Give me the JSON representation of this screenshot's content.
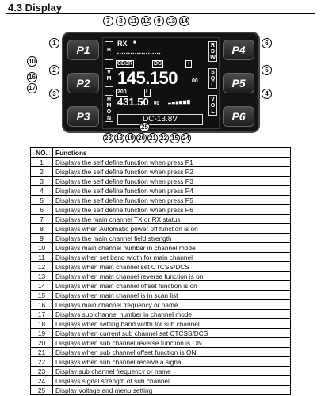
{
  "section_title": "4.3 Display",
  "keys": {
    "p1": "P1",
    "p2": "P2",
    "p3": "P3",
    "p4": "P4",
    "p5": "P5",
    "p6": "P6"
  },
  "display": {
    "rx_status": "RX",
    "main_frequency": "145.150",
    "main_frequency_suffix": "00",
    "sub_frequency": "431.50",
    "sub_frequency_suffix": "00",
    "voltage": "DC-13.8V",
    "main_channel_number": "CB3R",
    "side_left_top": "B",
    "side_left_mid": "V M",
    "side_left_bot": "H M O N",
    "side_right_top": "R D W",
    "side_right_mid": "S Q L",
    "side_right_bot": "V O L",
    "tag_ctcss_main": "DC",
    "tag_offset_main": "+",
    "tag_sub_channel": "200",
    "tag_sub_mode": "L"
  },
  "callouts": [
    "1",
    "2",
    "3",
    "4",
    "5",
    "6",
    "7",
    "8",
    "9",
    "10",
    "11",
    "12",
    "13",
    "14",
    "15",
    "16",
    "17",
    "18",
    "19",
    "20",
    "21",
    "22",
    "23",
    "24",
    "25"
  ],
  "table": {
    "headers": [
      "NO.",
      "Functions"
    ],
    "rows": [
      {
        "no": "1",
        "text": "Displays the self define function when press P1"
      },
      {
        "no": "2",
        "text": "Displays the self define function when press P2"
      },
      {
        "no": "3",
        "text": "Displays the self define function when press P3"
      },
      {
        "no": "4",
        "text": "Displays the self define function when press P4"
      },
      {
        "no": "5",
        "text": "Displays the self define function when press P5"
      },
      {
        "no": "6",
        "text": "Displays the self define function when press P6"
      },
      {
        "no": "7",
        "text": "Displays the main channel TX or RX status"
      },
      {
        "no": "8",
        "text": "Displays when Automatic power off function is on"
      },
      {
        "no": "9",
        "text": "Displays the main channel field strength"
      },
      {
        "no": "10",
        "text": "Displays main channel number in channel mode"
      },
      {
        "no": "11",
        "text": "Displays when set band width for main channel"
      },
      {
        "no": "12",
        "text": "Displays when main channel set CTCSS/DCS"
      },
      {
        "no": "13",
        "text": "Displays when main channel reverse function is on"
      },
      {
        "no": "14",
        "text": "Displays when main channel offset function is on"
      },
      {
        "no": "15",
        "text": "Displays when main channel is in scan list"
      },
      {
        "no": "16",
        "text": "Displays main channel frequency or name"
      },
      {
        "no": "17",
        "text": "Displays sub channel number in channel mode"
      },
      {
        "no": "18",
        "text": "Displays when setting band width for sub channel"
      },
      {
        "no": "19",
        "text": "Displays when current sub channel set CTCSS/DCS"
      },
      {
        "no": "20",
        "text": "Displays when sub channel reverse function is ON"
      },
      {
        "no": "21",
        "text": "Displays when sub channel offset function is ON"
      },
      {
        "no": "22",
        "text": "Displays when sub channel receive a signal"
      },
      {
        "no": "23",
        "text": "Display sub channel frequency or name"
      },
      {
        "no": "24",
        "text": "Displays signal strength of sub channel"
      },
      {
        "no": "25",
        "text": "Display voltage and menu setting"
      }
    ]
  }
}
